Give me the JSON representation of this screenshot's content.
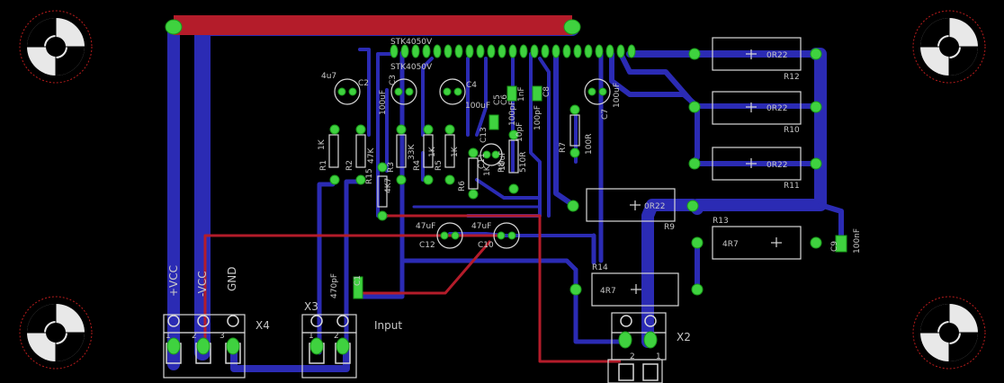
{
  "colors": {
    "background": "#000000",
    "bottom_trace": "#2b2bb4",
    "top_trace": "#b41c2a",
    "pad": "#3fd23f",
    "silk": "#c8c8c8",
    "outline": "#d8d8d8",
    "hole": "#b81c1c"
  },
  "ic": {
    "top_label": "STK4050V",
    "bottom_label": "STK4050V"
  },
  "components": {
    "c1": "C1",
    "c1_val": "470pF",
    "c2": "C2",
    "c2_val": "4u7",
    "c3": "C3",
    "c3_val": "100uF",
    "c4": "C4",
    "c4_val": "100uF",
    "c5": "C5",
    "c5_val": "100pF",
    "c6": "C6",
    "c6_val": "1nF",
    "c7": "C7",
    "c7_val": "100uF",
    "c8": "C8",
    "c8_val": "100pF",
    "c9": "C9",
    "c9_val": "100nF",
    "c10": "C10",
    "c10_val": "47uF",
    "c11": "C11",
    "c11_val": "10uF",
    "c12": "C12",
    "c12_val": "47uF",
    "c13": "C13",
    "c13_val": "10pF",
    "r1": "R1",
    "r1_val": "1K",
    "r2": "R2",
    "r2_val": "47K",
    "r3": "R3",
    "r3_val": "33K",
    "r4": "R4",
    "r4_val": "1K",
    "r5": "R5",
    "r5_val": "1K",
    "r6": "R6",
    "r6_val": "1K",
    "r7": "R7",
    "r7_val": "100R",
    "r8": "R8",
    "r8_val": "510R",
    "r9": "R9",
    "r9_val": "0R22",
    "r10": "R10",
    "r10_val": "0R22",
    "r11": "R11",
    "r11_val": "0R22",
    "r12": "R12",
    "r12_val": "0R22",
    "r13": "R13",
    "r13_val": "4R7",
    "r14": "R14",
    "r14_val": "4R7",
    "r15": "R15",
    "r15_val": "4K7"
  },
  "connectors": {
    "x4": "X4",
    "x4_pins": [
      "1",
      "2",
      "3"
    ],
    "x3": "X3",
    "x3_pins": [
      "1",
      "2"
    ],
    "x2": "X2",
    "x2_pins": [
      "2",
      "1"
    ]
  },
  "labels": {
    "vcc_plus": "+VCC",
    "vcc_minus": "-VCC",
    "gnd": "GND",
    "input": "Input"
  }
}
